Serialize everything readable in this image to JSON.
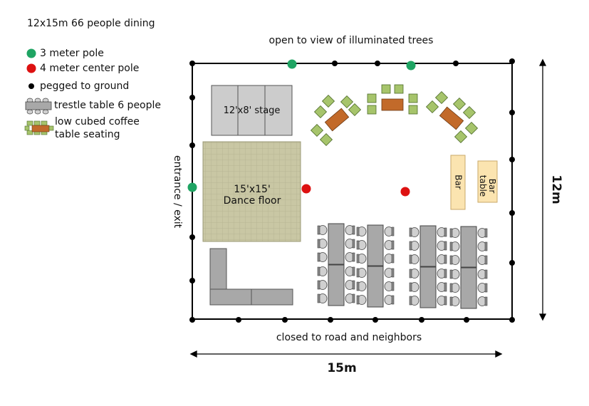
{
  "title": "12x15m 66 people dining",
  "legend": {
    "pole3": "3 meter pole",
    "pole4": "4 meter center pole",
    "peg": "pegged to ground",
    "trestle": "trestle table 6 people",
    "coffee_line1": "low cubed coffee",
    "coffee_line2": "table seating"
  },
  "captions": {
    "top": "open to view of illuminated trees",
    "bottom": "closed to road and neighbors",
    "side": "entrance / exit"
  },
  "dimensions": {
    "width": "15m",
    "height": "12m"
  },
  "areas": {
    "stage": "12'x8' stage",
    "dance_line1": "15'x15'",
    "dance_line2": "Dance floor",
    "bar": "Bar",
    "bar_table_line1": "Bar",
    "bar_table_line2": "table"
  },
  "colors": {
    "pole3": "#1fa463",
    "pole4": "#dd1111",
    "peg": "#000000",
    "stage": "#cccccc",
    "dance_floor": "#c9c7a4",
    "bar": "#fbe4b0",
    "table": "#a8a8a8",
    "coffee_cube": "#a6c46b",
    "coffee_table": "#c26a2a"
  }
}
